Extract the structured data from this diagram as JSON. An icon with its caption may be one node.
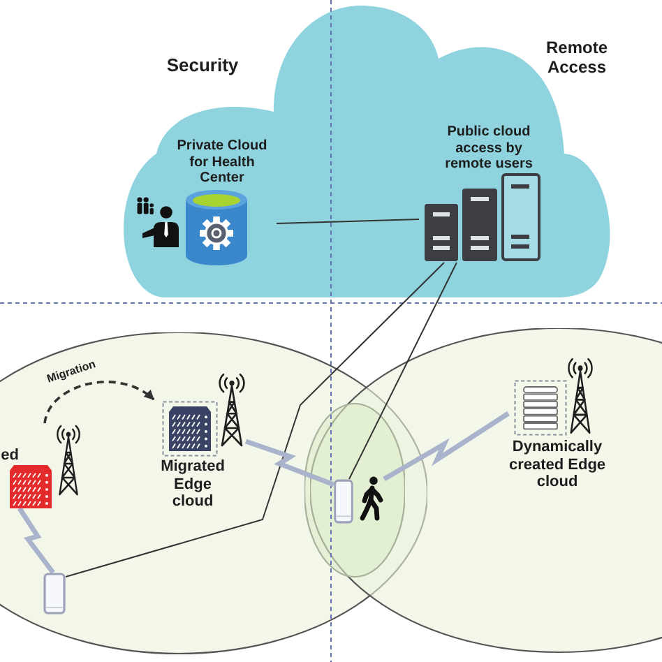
{
  "diagram": {
    "nodes": [
      {
        "text": [],
        "shape": "cloud"
      },
      {
        "text": [
          "Private Cloud for Health Center"
        ],
        "in": 0
      },
      {
        "text": [
          "Public cloud access by remote users"
        ],
        "in": 0
      },
      {
        "text": [],
        "shape": "ellipse"
      },
      {
        "text": [
          "ed"
        ],
        "in": 3
      },
      {
        "text": [
          "Migrated Edge cloud"
        ],
        "in": 3
      },
      {
        "text": [],
        "shape": "phone",
        "in": 3
      },
      {
        "text": [],
        "shape": "ellipse"
      },
      {
        "text": [
          "Dynamically created Edge cloud"
        ],
        "in": 7
      },
      {
        "text": [],
        "shape": "ellipse"
      },
      {
        "text": [],
        "shape": "phone",
        "in": 9
      },
      {
        "text": [],
        "shape": "person",
        "in": 9
      }
    ],
    "edges": [
      {
        "from": 1,
        "to": 2,
        "arrow": "none"
      },
      {
        "from": 2,
        "to": 6,
        "arrow": "none"
      },
      {
        "from": 2,
        "to": 10,
        "arrow": "none"
      },
      {
        "from": 4,
        "to": 5,
        "arrow": "to",
        "label": "Migration",
        "style": "dashed"
      },
      {
        "from": 4,
        "to": 6,
        "arrow": "none",
        "style": "thick",
        "color": "#a9b3cc"
      },
      {
        "from": 5,
        "to": 10,
        "arrow": "none",
        "style": "thick",
        "color": "#a9b3cc"
      },
      {
        "from": 11,
        "to": 8,
        "arrow": "none",
        "style": "thick",
        "color": "#a9b3cc"
      }
    ],
    "labels": [
      "Security",
      "Remote Access"
    ]
  }
}
